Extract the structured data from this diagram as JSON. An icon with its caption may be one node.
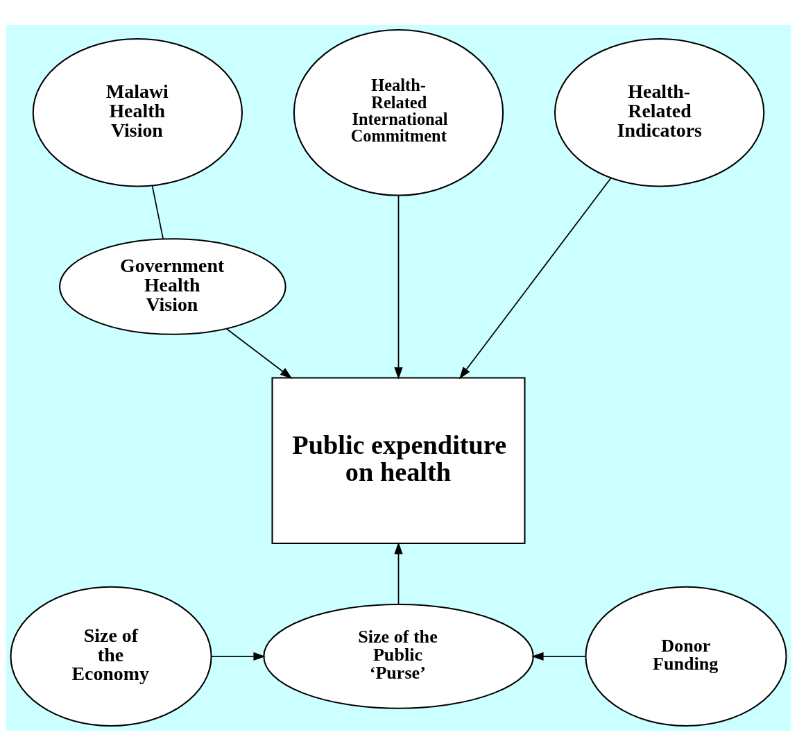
{
  "diagram": {
    "nodes": [
      {
        "text": [
          "Malawi Health Vision"
        ]
      },
      {
        "text": [
          "Health- Related International Commitment"
        ]
      },
      {
        "text": [
          "Health- Related Indicators"
        ]
      },
      {
        "text": [
          "Government Health Vision"
        ]
      },
      {
        "text": [
          "Public expenditure on health"
        ]
      },
      {
        "text": [
          "Size of the Economy"
        ]
      },
      {
        "text": [
          "Size of the Public ‘Purse’"
        ]
      },
      {
        "text": [
          "Donor Funding"
        ]
      }
    ],
    "edges": [
      {
        "from": 0,
        "to": 3,
        "arrow": "none"
      },
      {
        "from": 3,
        "to": 4,
        "arrow": "to"
      },
      {
        "from": 1,
        "to": 4,
        "arrow": "to"
      },
      {
        "from": 2,
        "to": 4,
        "arrow": "to"
      },
      {
        "from": 6,
        "to": 4,
        "arrow": "to"
      },
      {
        "from": 5,
        "to": 6,
        "arrow": "to"
      },
      {
        "from": 7,
        "to": 6,
        "arrow": "to"
      }
    ]
  }
}
